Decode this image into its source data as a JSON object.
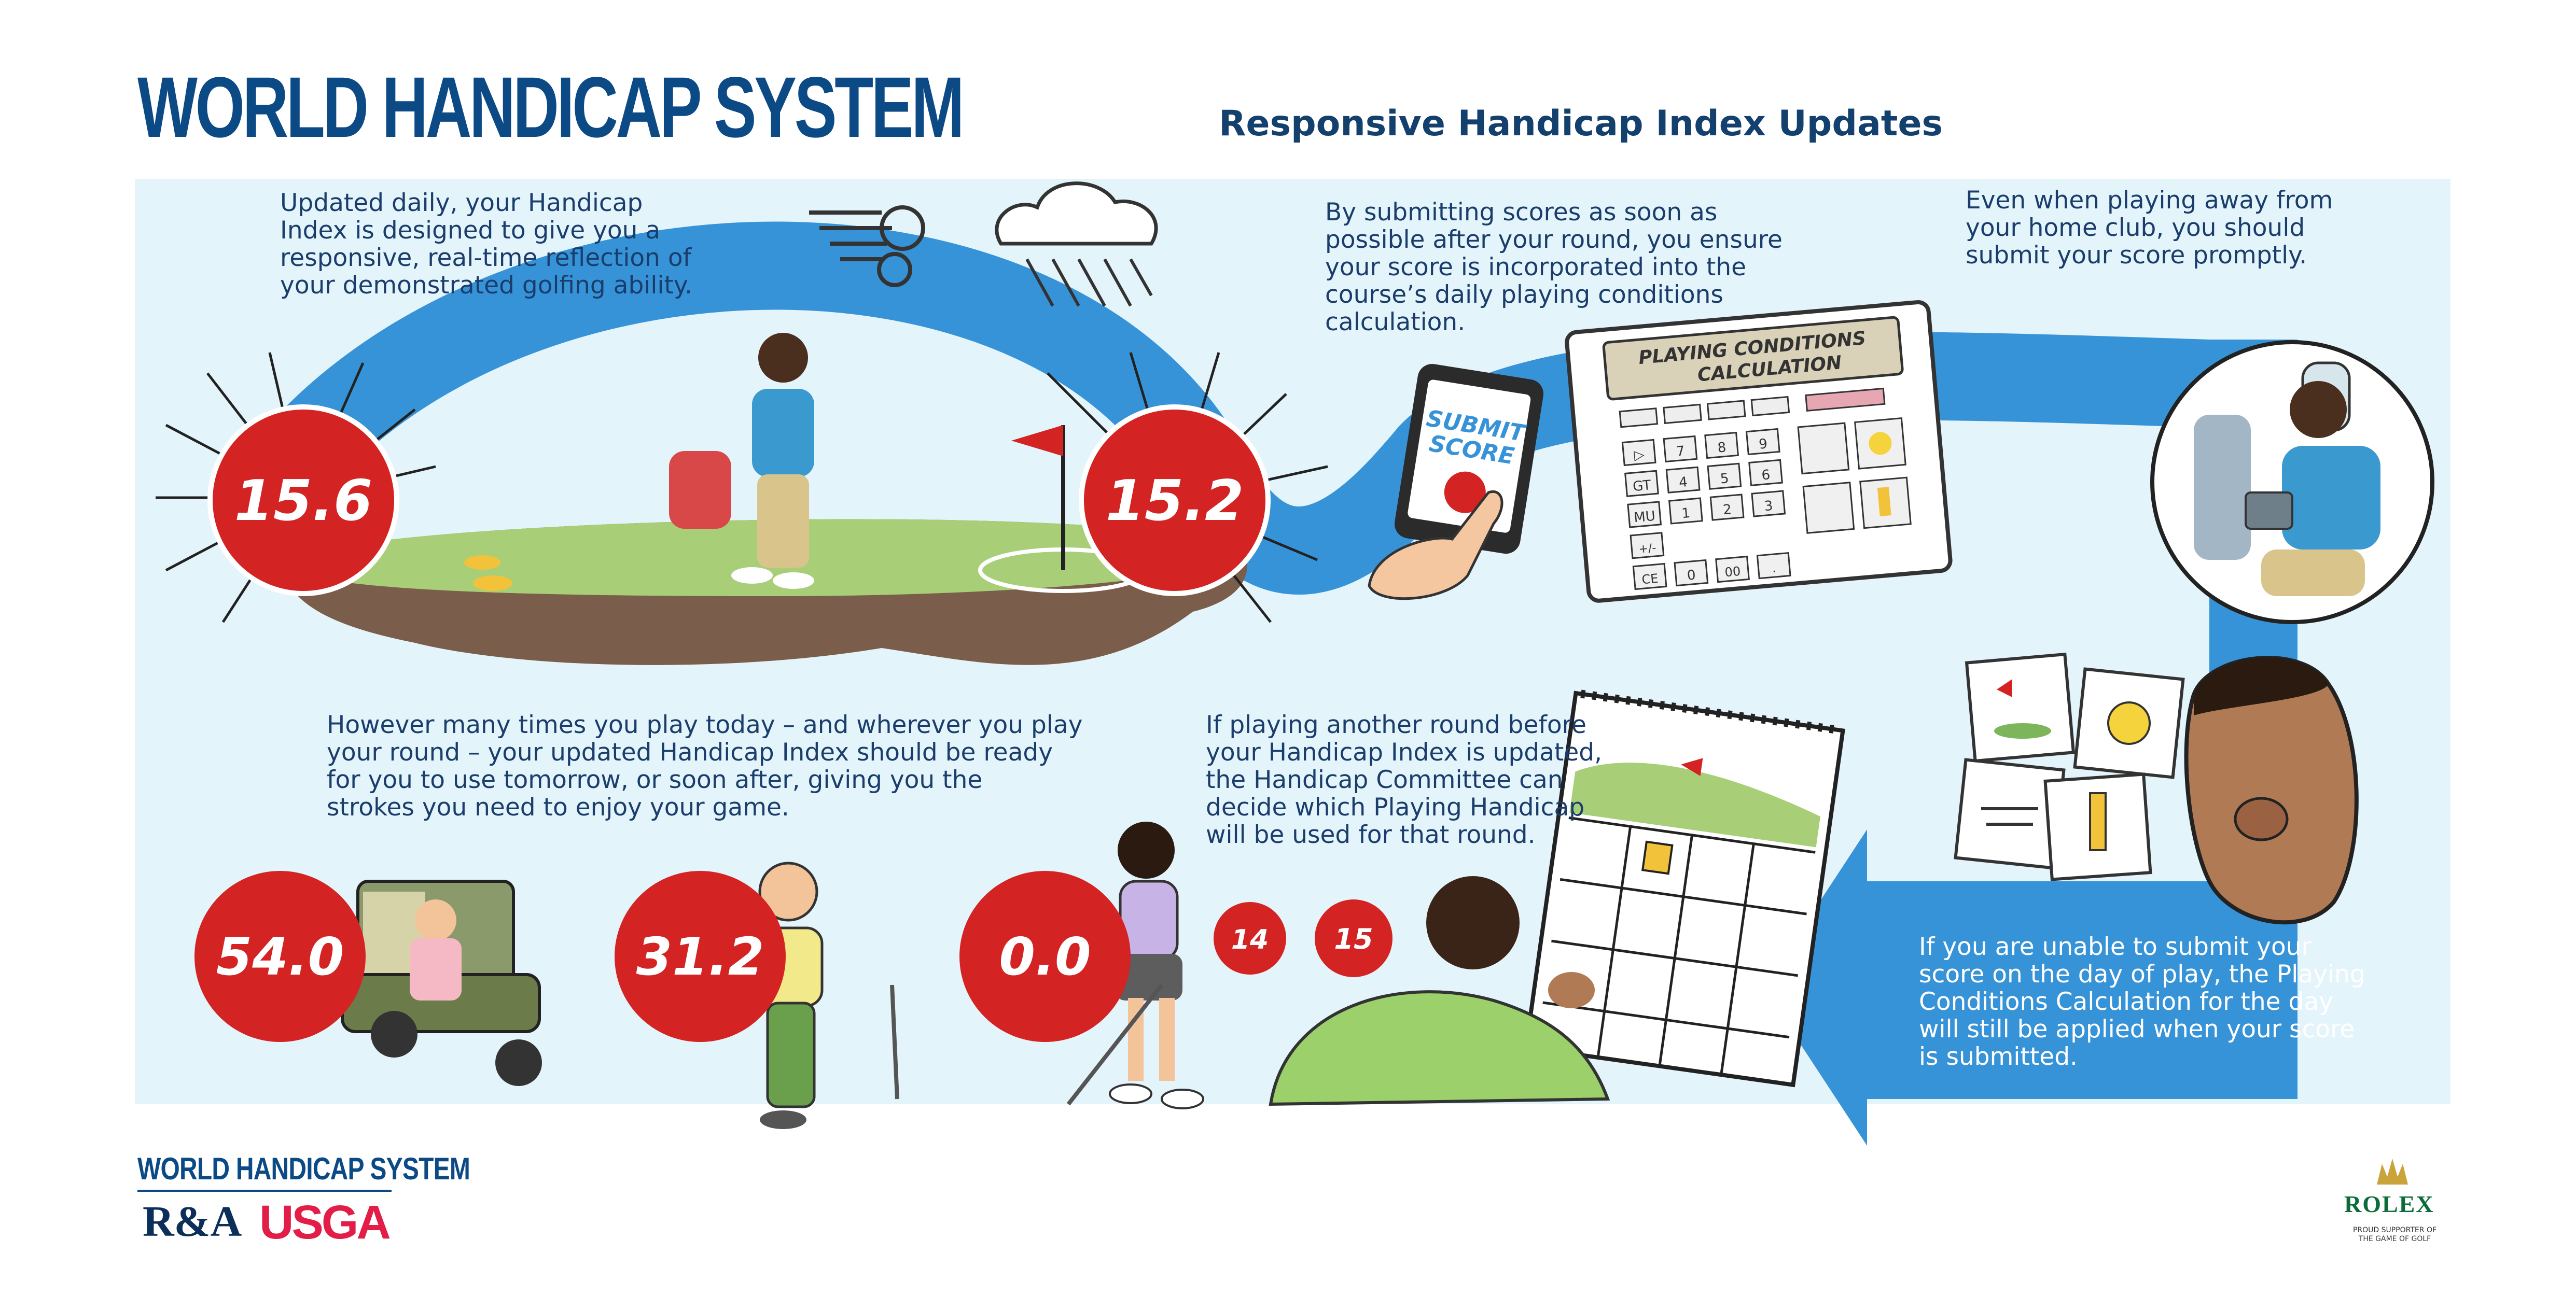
{
  "header": {
    "title": "WORLD HANDICAP SYSTEM",
    "subtitle": "Responsive Handicap Index Updates"
  },
  "texts": {
    "intro": "Updated daily, your Handicap\nIndex is designed to give you a\nresponsive, real-time reflection of\nyour demonstrated golfing ability.",
    "submitting": "By submitting scores as soon as\npossible after your round, you ensure\nyour score is incorporated into the\ncourse’s daily playing conditions\ncalculation.",
    "away": "Even when playing away from\nyour home club, you should\nsubmit your score promptly.",
    "however": "However many times you play today – and wherever you play\nyour round – your updated Handicap Index should be ready\nfor you to use tomorrow, or soon after, giving you the\nstrokes you need to enjoy your game.",
    "another_round": "If playing another round before\nyour Handicap Index is updated,\nthe Handicap Committee can\ndecide which Playing Handicap\nwill be used for that round.",
    "unable": "If you are unable to submit your\nscore on the day of play, the Playing\nConditions Calculation for the day\nwill still be applied when your score\nis submitted."
  },
  "badges": {
    "before": "15.6",
    "after": "15.2",
    "max": "54.0",
    "mid": "31.2",
    "zero": "0.0",
    "day_14": "14",
    "day_15": "15"
  },
  "phone": {
    "submit_line1": "SUBMIT",
    "submit_line2": "SCORE"
  },
  "calculator": {
    "title_line1": "PLAYING CONDITIONS",
    "title_line2": "CALCULATION",
    "keys": [
      "▷",
      "7",
      "8",
      "9",
      "GT",
      "4",
      "5",
      "6",
      "MU",
      "1",
      "2",
      "3",
      "+/-",
      "CE",
      "0",
      "00",
      "."
    ]
  },
  "footer": {
    "whs": "WORLD HANDICAP SYSTEM",
    "ra": "R&A",
    "usga": "USGA",
    "rolex": "ROLEX",
    "rolex_tagline": "PROUD SUPPORTER OF\nTHE GAME OF GOLF"
  },
  "colors": {
    "brand_navy": "#0c4a86",
    "panel": "#e4f4fb",
    "arrow_blue": "#3793d8",
    "badge_red": "#d42323",
    "usga_red": "#e11d48",
    "rolex_green": "#0b6b3a"
  }
}
